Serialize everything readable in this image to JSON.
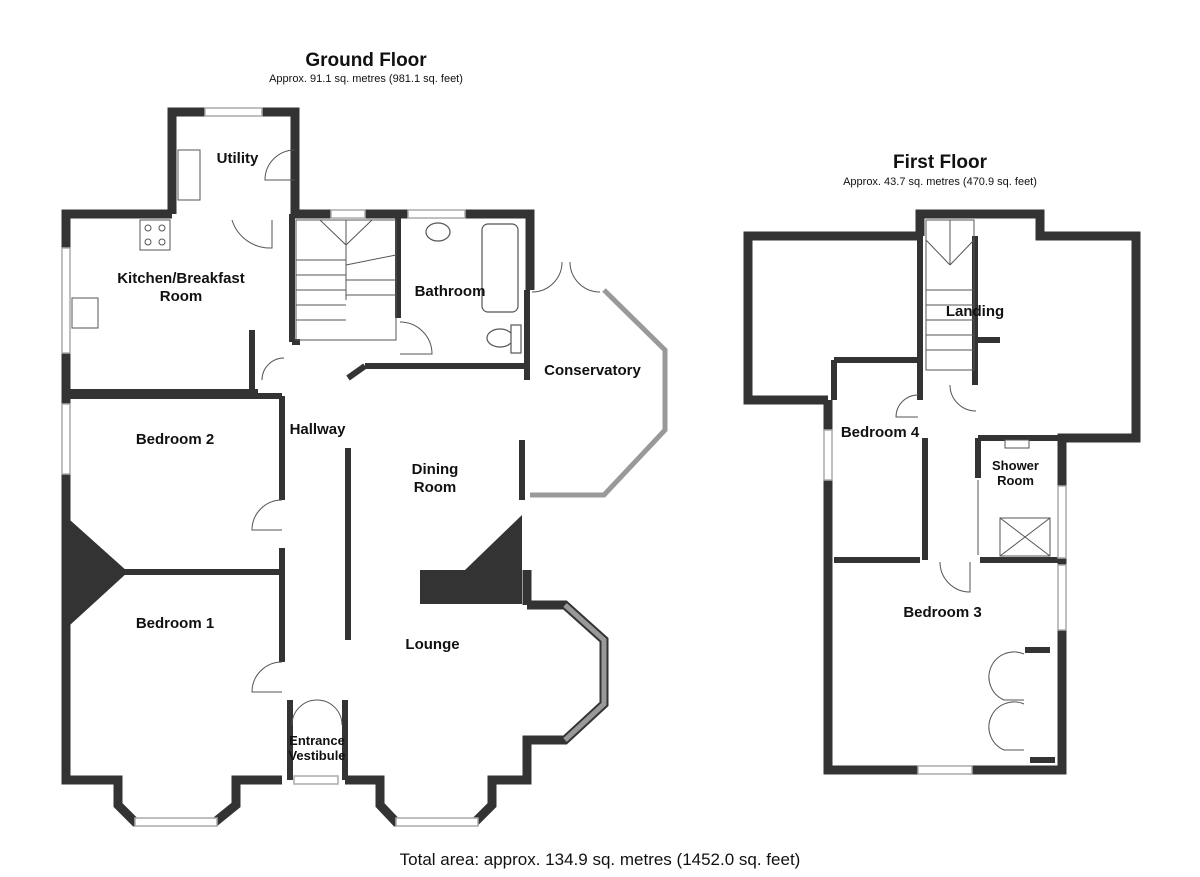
{
  "ground_floor": {
    "title": "Ground Floor",
    "area": "Approx. 91.1 sq. metres (981.1 sq. feet)",
    "rooms": {
      "utility": "Utility",
      "kitchen_line1": "Kitchen/Breakfast",
      "kitchen_line2": "Room",
      "bathroom": "Bathroom",
      "conservatory": "Conservatory",
      "bedroom2": "Bedroom 2",
      "hallway": "Hallway",
      "dining_line1": "Dining",
      "dining_line2": "Room",
      "bedroom1": "Bedroom 1",
      "lounge": "Lounge",
      "vestibule_line1": "Entrance",
      "vestibule_line2": "Vestibule"
    }
  },
  "first_floor": {
    "title": "First Floor",
    "area": "Approx. 43.7 sq. metres (470.9 sq. feet)",
    "rooms": {
      "landing": "Landing",
      "bedroom4": "Bedroom 4",
      "shower_line1": "Shower",
      "shower_line2": "Room",
      "bedroom3": "Bedroom 3"
    }
  },
  "total_area": "Total area: approx. 134.9 sq. metres (1452.0 sq. feet)",
  "colors": {
    "wall": "#333333",
    "window": "#bdbdbd",
    "line": "#555555"
  }
}
